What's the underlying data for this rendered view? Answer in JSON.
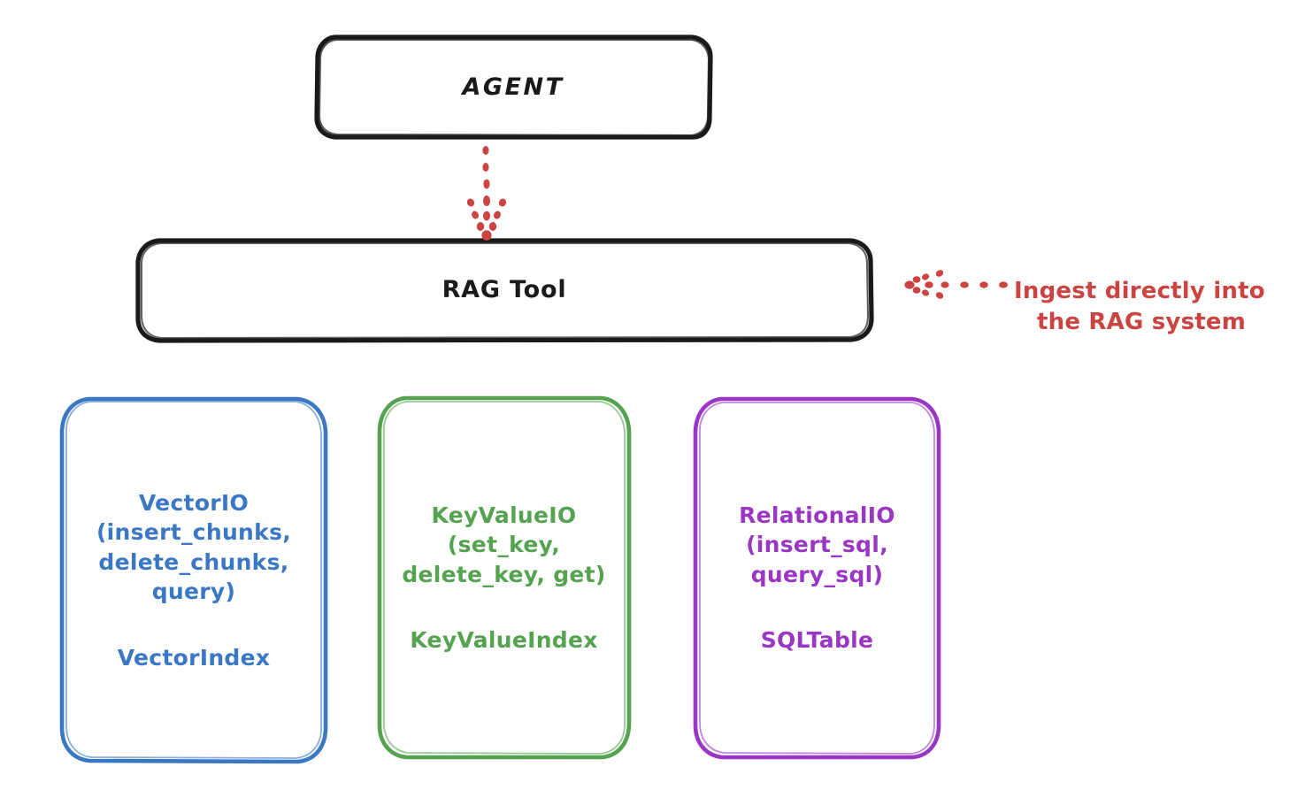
{
  "diagram": {
    "title_node": {
      "label": "AGENT"
    },
    "tool_node": {
      "label": "RAG Tool"
    },
    "providers": [
      {
        "name": "vector-io",
        "title": "VectorIO\n(insert_chunks,\ndelete_chunks,\nquery)",
        "subtitle": "VectorIndex",
        "color": "#3b78c4"
      },
      {
        "name": "key-value-io",
        "title": "KeyValueIO\n(set_key,\ndelete_key, get)",
        "subtitle": "KeyValueIndex",
        "color": "#55a350"
      },
      {
        "name": "relational-io",
        "title": "RelationalIO\n(insert_sql,\nquery_sql)",
        "subtitle": "SQLTable",
        "color": "#9a36c4"
      }
    ],
    "annotation": {
      "line1": "Ingest directly into",
      "line2": "the RAG system",
      "color": "#cb4441"
    },
    "connectors": [
      {
        "name": "agent-to-ragtool",
        "style": "dotted-arrow-down",
        "color": "#cb4441"
      },
      {
        "name": "annotation-to-ragtool",
        "style": "dotted-arrow-left",
        "color": "#cb4441"
      }
    ],
    "stroke_colors": {
      "box_dark": "#1a1a1a",
      "blue": "#3b78c4",
      "green": "#55a350",
      "purple": "#9a36c4",
      "red": "#cb4441"
    }
  }
}
